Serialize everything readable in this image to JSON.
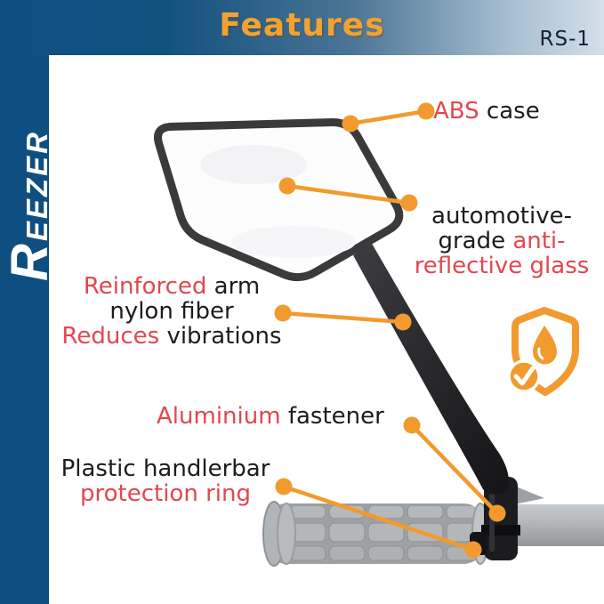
{
  "header": {
    "title": "Features",
    "model": "RS-1"
  },
  "brand": {
    "initial": "R",
    "rest": "EEZER"
  },
  "callouts": {
    "abs": {
      "red": "ABS",
      "black": " case"
    },
    "glass": {
      "black1": "automotive-",
      "black2": "grade ",
      "red2": "anti-",
      "red3": "reflective glass"
    },
    "arm": {
      "red1": "Reinforced ",
      "black1": "arm",
      "black2": "nylon fiber",
      "red3": "Reduces ",
      "black3": "vibrations"
    },
    "fastener": {
      "red": "Aluminium ",
      "black": "fastener"
    },
    "ring": {
      "black1": "Plastic handlerbar",
      "red2": "protection ring"
    }
  },
  "icons": {
    "shield": "shield-icon",
    "drop": "water-drop-icon",
    "check": "check-icon"
  },
  "colors": {
    "accent_orange": "#F29A2E",
    "title_orange": "#F2A233",
    "highlight_red": "#E2474F",
    "navy": "#0F4E80",
    "header_light": "#D3DFE9",
    "text_black": "#1C1C1E",
    "frame_gray": "#3A3A3D",
    "grip_gray": "#B6B9BB"
  }
}
